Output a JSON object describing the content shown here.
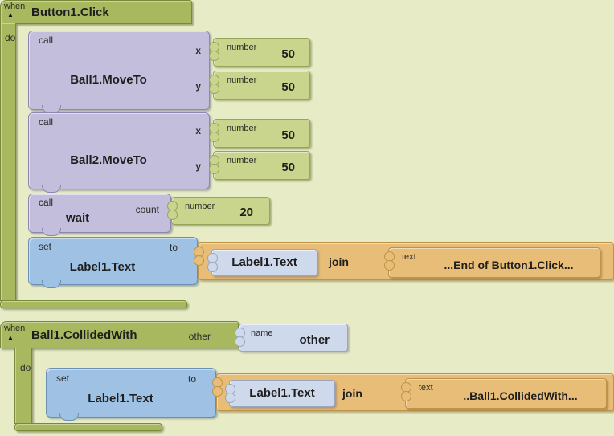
{
  "palette": {
    "background": "#E7ECC6",
    "event_block": "#A8B85E",
    "call_block": "#C3BEDB",
    "set_block": "#9FC2E4",
    "number_block": "#C9D48D",
    "getter_block": "#CFD9EC",
    "join_block": "#E8BD78"
  },
  "event1": {
    "when_label": "when",
    "collapse_icon": "▲",
    "event_name": "Button1.Click",
    "do_label": "do",
    "call_ball1": {
      "call_label": "call",
      "method": "Ball1.MoveTo",
      "param_x": "x",
      "param_y": "y",
      "num_x": {
        "label": "number",
        "value": "50"
      },
      "num_y": {
        "label": "number",
        "value": "50"
      }
    },
    "call_ball2": {
      "call_label": "call",
      "method": "Ball2.MoveTo",
      "param_x": "x",
      "param_y": "y",
      "num_x": {
        "label": "number",
        "value": "50"
      },
      "num_y": {
        "label": "number",
        "value": "50"
      }
    },
    "call_wait": {
      "call_label": "call",
      "method": "wait",
      "param_count": "count",
      "num_count": {
        "label": "number",
        "value": "20"
      }
    },
    "set_label1": {
      "set_label": "set",
      "property": "Label1.Text",
      "to_label": "to",
      "getter": "Label1.Text",
      "join_label": "join",
      "text": {
        "label": "text",
        "value": "...End of Button1.Click..."
      }
    }
  },
  "event2": {
    "when_label": "when",
    "collapse_icon": "▲",
    "event_name": "Ball1.CollidedWith",
    "param_other_label": "other",
    "param_other": {
      "label": "name",
      "value": "other"
    },
    "do_label": "do",
    "set_label1": {
      "set_label": "set",
      "property": "Label1.Text",
      "to_label": "to",
      "getter": "Label1.Text",
      "join_label": "join",
      "text": {
        "label": "text",
        "value": "..Ball1.CollidedWith..."
      }
    }
  }
}
